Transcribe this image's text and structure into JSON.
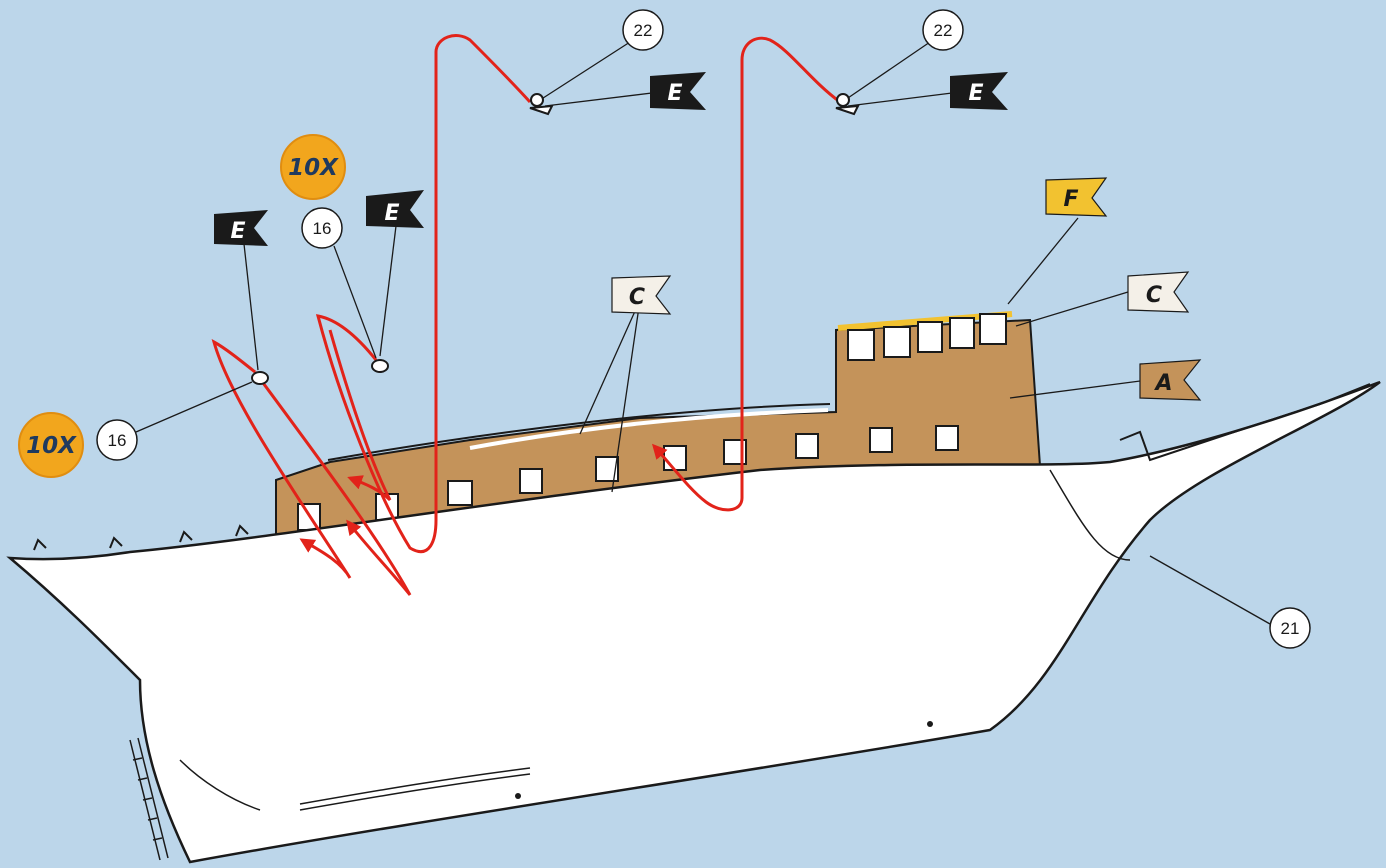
{
  "colors": {
    "background": "#bcd6ea",
    "hull": "#ffffff",
    "bulwark": "#c4935a",
    "rail_highlight": "#f2c230",
    "arrow": "#e2231a",
    "flag_E": "#1a1a1a",
    "flag_C": "#f4f0e8",
    "flag_A": "#c4935a",
    "flag_F": "#f2c230",
    "qty_badge": "#f2a61d"
  },
  "part_numbers": {
    "hull": "21",
    "eyelet_left": "16",
    "eyelet_mid": "16",
    "hook_left": "22",
    "hook_right": "22"
  },
  "quantities": {
    "left": "10X",
    "mid": "10X"
  },
  "flags": {
    "E1": "E",
    "E2": "E",
    "E3": "E",
    "E4": "E",
    "C1": "C",
    "C2": "C",
    "A": "A",
    "F": "F"
  }
}
